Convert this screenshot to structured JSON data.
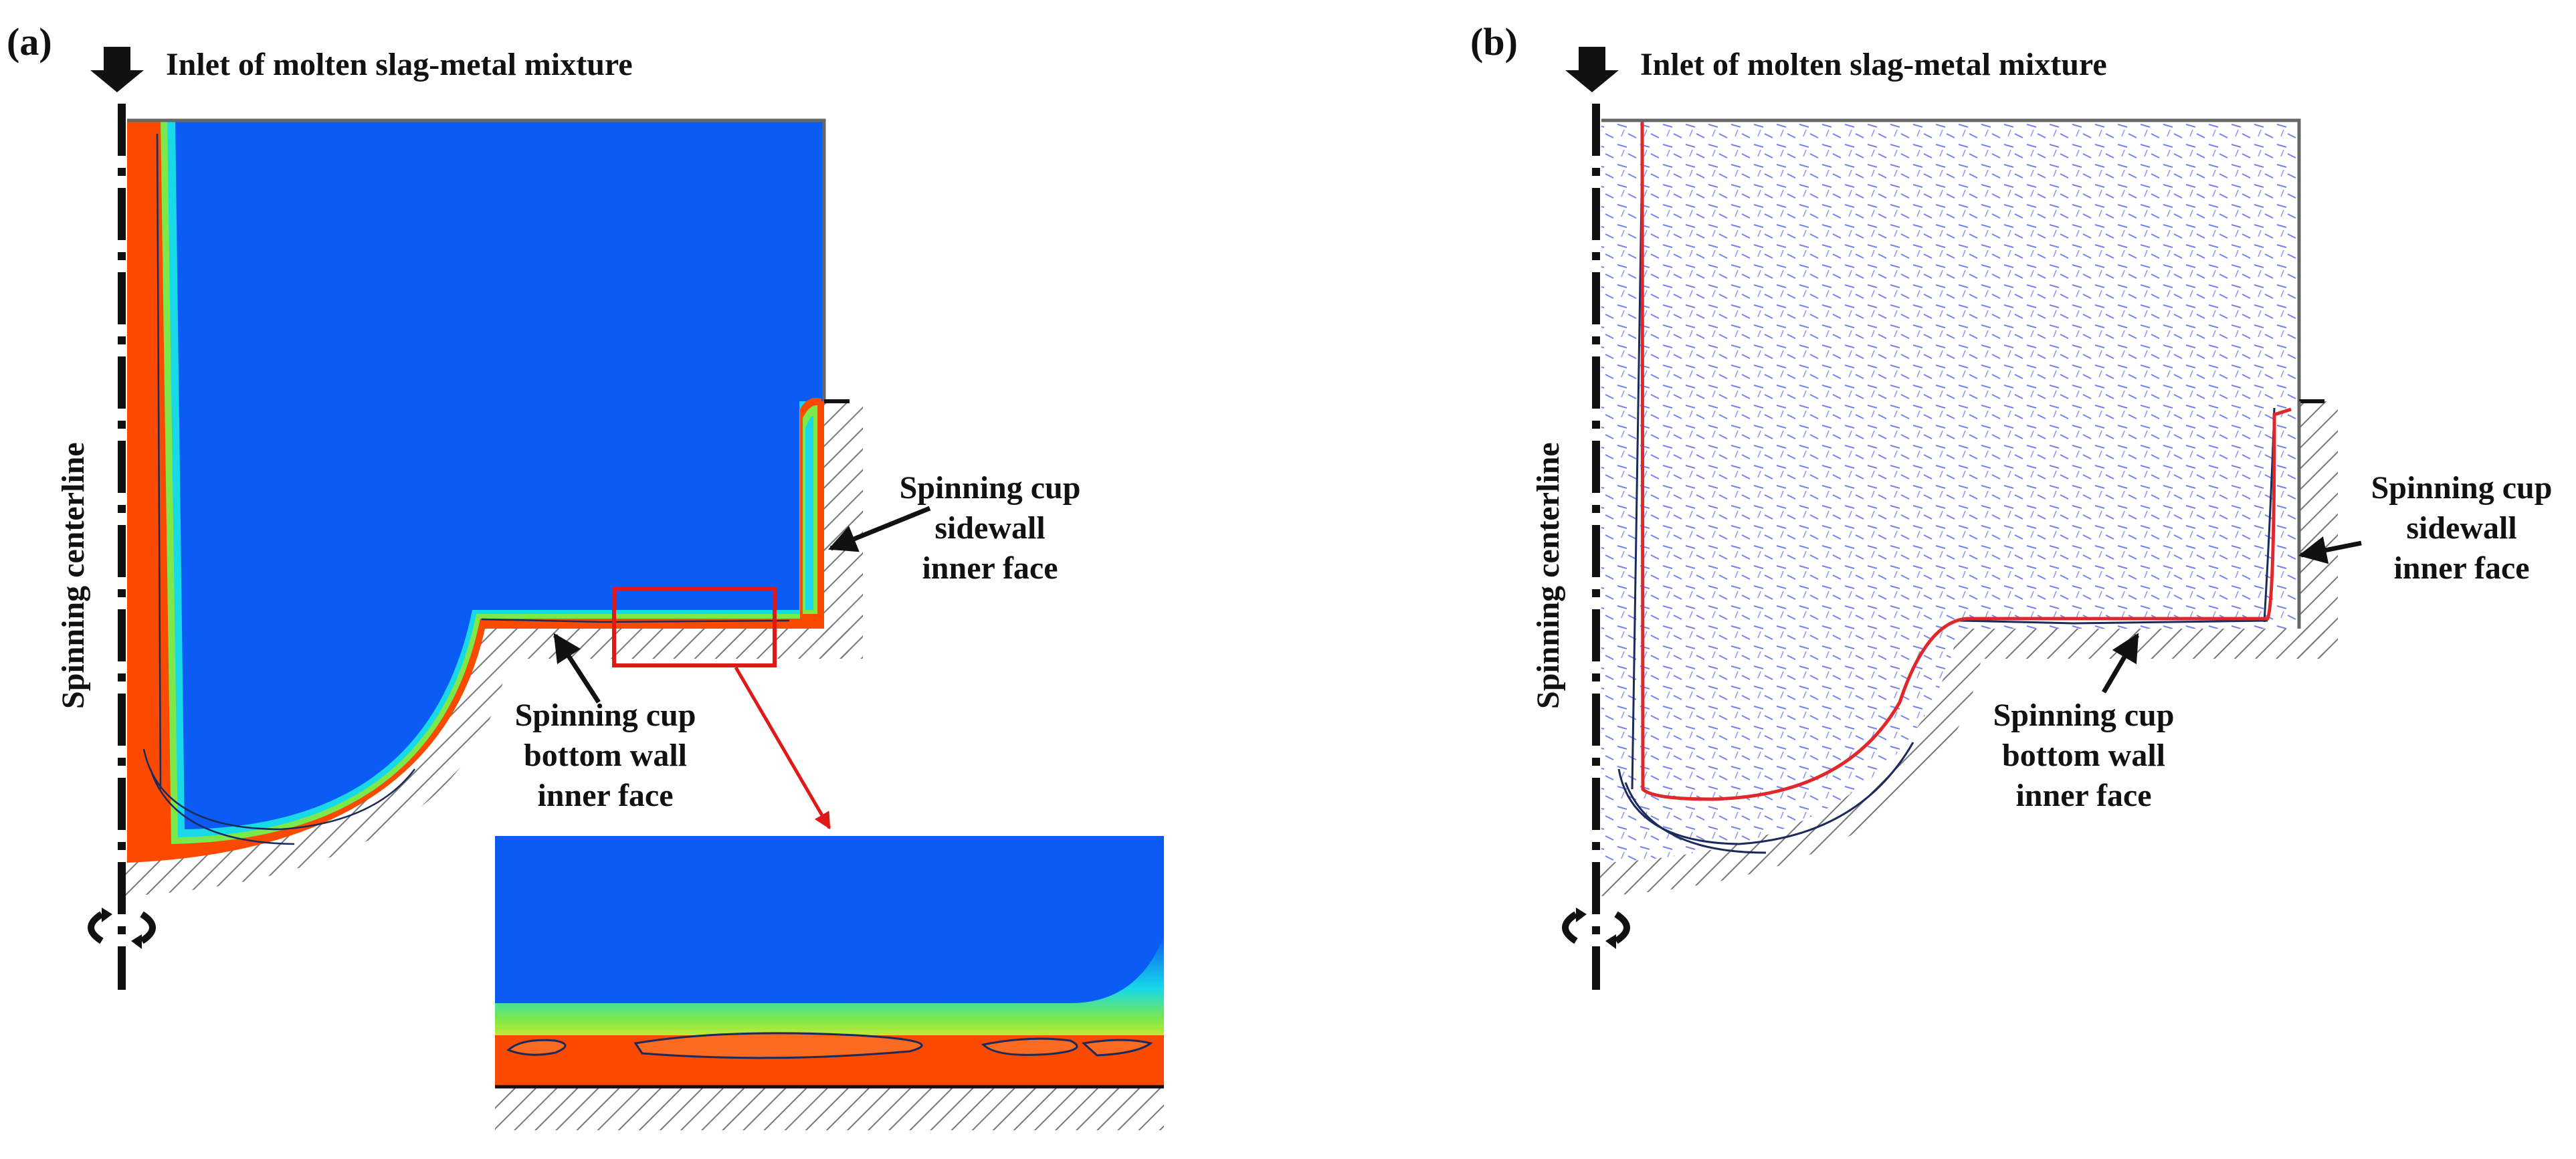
{
  "panel_a": {
    "label": "(a)",
    "inlet_label": "Inlet of molten slag-metal mixture",
    "centerline_label": "Spinning centerline",
    "sidewall_label": [
      "Spinning cup",
      "sidewall",
      "inner face"
    ],
    "bottom_label": [
      "Spinning cup",
      "bottom wall",
      "inner face"
    ]
  },
  "panel_b": {
    "label": "(b)",
    "inlet_label": "Inlet of molten slag-metal mixture",
    "centerline_label": "Spinning centerline",
    "sidewall_label": [
      "Spinning cup",
      "sidewall",
      "inner face"
    ],
    "bottom_label": [
      "Spinning cup",
      "bottom wall",
      "inner face"
    ]
  },
  "colors": {
    "slag_phase": "#0a5cf5",
    "metal_phase": "#fa4a00",
    "interface_cyan": "#17d9e8",
    "interface_green": "#7de84a",
    "interface_yellow": "#e8e82a",
    "vector_blue": "#5a6cf0",
    "interface_red": "#e0282c",
    "zoom_box": "#e01818",
    "contour_line": "#1a2a5a"
  }
}
